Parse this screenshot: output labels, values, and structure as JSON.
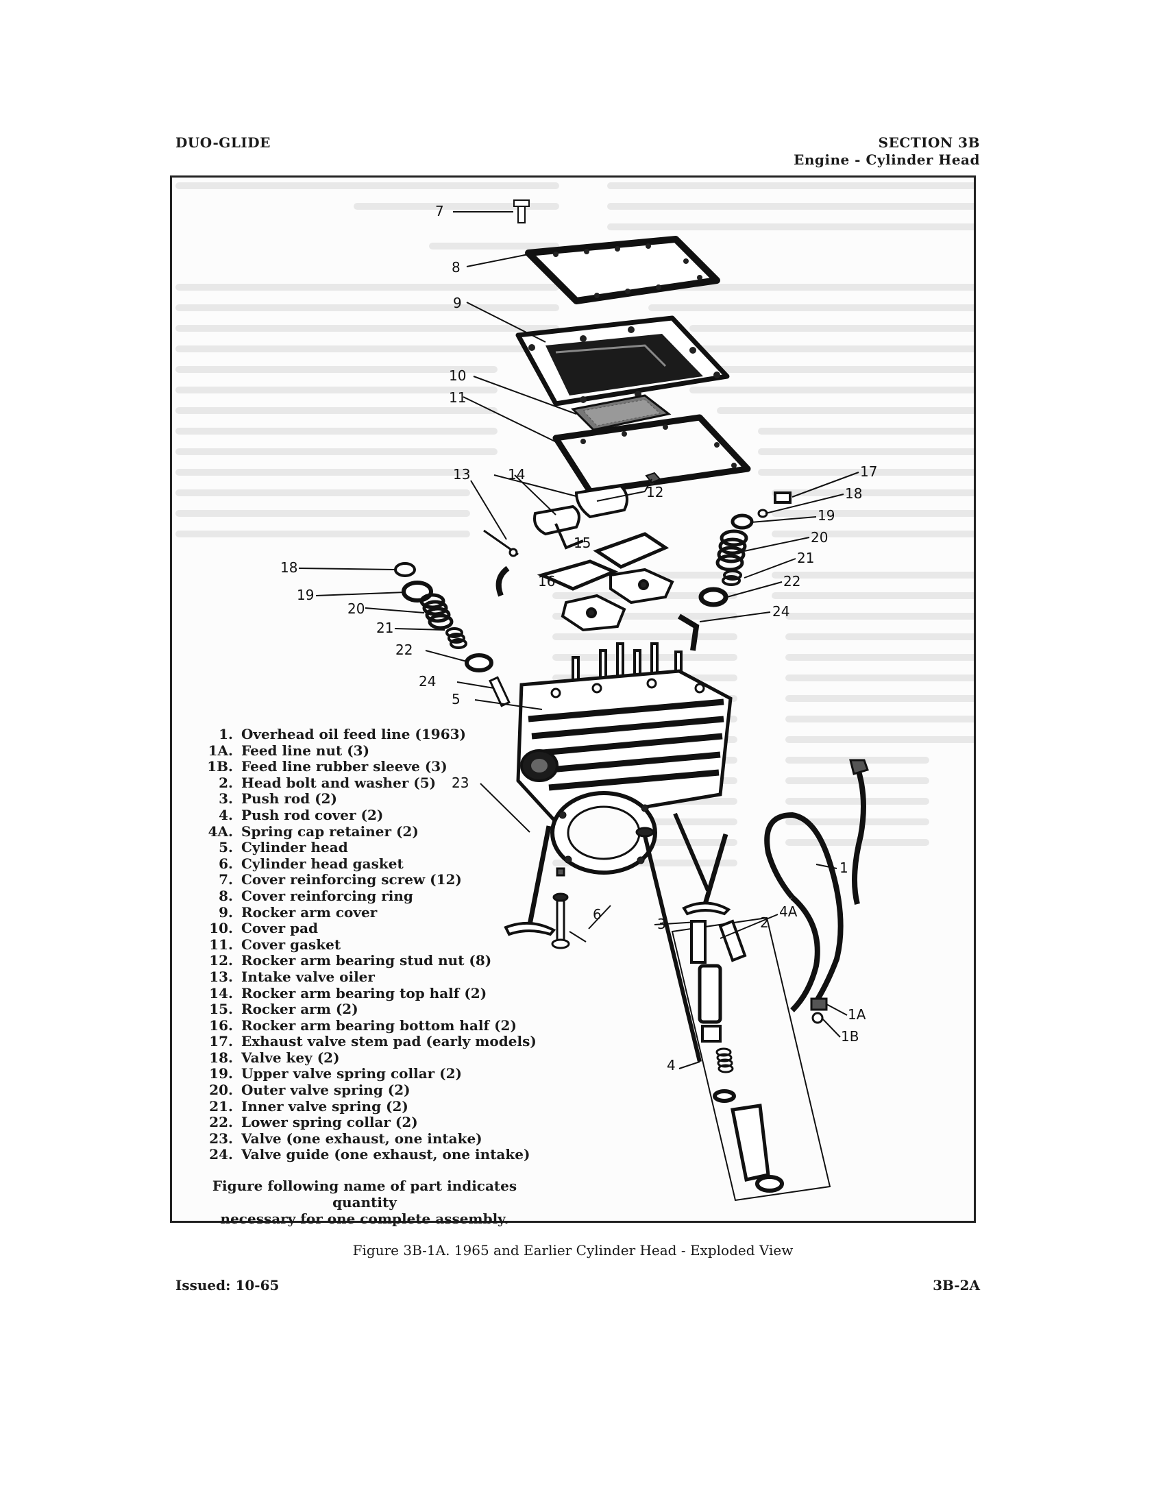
{
  "header": {
    "left": "DUO-GLIDE",
    "right_line1": "SECTION 3B",
    "right_line2": "Engine - Cylinder Head"
  },
  "legend": [
    {
      "num": "1.",
      "label": "Overhead oil feed line (1963)"
    },
    {
      "num": "1A.",
      "label": "Feed line nut (3)"
    },
    {
      "num": "1B.",
      "label": "Feed line rubber sleeve (3)"
    },
    {
      "num": "2.",
      "label": "Head bolt and washer (5)"
    },
    {
      "num": "3.",
      "label": "Push rod (2)"
    },
    {
      "num": "4.",
      "label": "Push rod cover (2)"
    },
    {
      "num": "4A.",
      "label": "Spring cap retainer (2)"
    },
    {
      "num": "5.",
      "label": "Cylinder head"
    },
    {
      "num": "6.",
      "label": "Cylinder head gasket"
    },
    {
      "num": "7.",
      "label": "Cover reinforcing screw (12)"
    },
    {
      "num": "8.",
      "label": "Cover reinforcing ring"
    },
    {
      "num": "9.",
      "label": "Rocker arm cover"
    },
    {
      "num": "10.",
      "label": "Cover pad"
    },
    {
      "num": "11.",
      "label": "Cover gasket"
    },
    {
      "num": "12.",
      "label": "Rocker arm bearing stud nut (8)"
    },
    {
      "num": "13.",
      "label": "Intake valve oiler"
    },
    {
      "num": "14.",
      "label": "Rocker arm bearing top half (2)"
    },
    {
      "num": "15.",
      "label": "Rocker arm (2)"
    },
    {
      "num": "16.",
      "label": "Rocker arm bearing bottom half (2)"
    },
    {
      "num": "17.",
      "label": "Exhaust valve stem pad (early models)"
    },
    {
      "num": "18.",
      "label": "Valve key (2)"
    },
    {
      "num": "19.",
      "label": "Upper valve spring collar (2)"
    },
    {
      "num": "20.",
      "label": "Outer valve spring (2)"
    },
    {
      "num": "21.",
      "label": "Inner valve spring (2)"
    },
    {
      "num": "22.",
      "label": "Lower spring collar (2)"
    },
    {
      "num": "23.",
      "label": "Valve (one exhaust, one intake)"
    },
    {
      "num": "24.",
      "label": "Valve guide (one exhaust, one intake)"
    }
  ],
  "note": {
    "line1": "Figure following name of part indicates quantity",
    "line2": "necessary for one complete assembly."
  },
  "callouts": {
    "c1": "1",
    "c1A": "1A",
    "c1B": "1B",
    "c2": "2",
    "c3": "3",
    "c4": "4",
    "c4A": "4A",
    "c5": "5",
    "c6": "6",
    "c7": "7",
    "c8": "8",
    "c9": "9",
    "c10": "10",
    "c11": "11",
    "c12": "12",
    "c13": "13",
    "c14": "14",
    "c15": "15",
    "c16": "16",
    "c17": "17",
    "c18a": "18",
    "c18b": "18",
    "c19a": "19",
    "c19b": "19",
    "c20a": "20",
    "c20b": "20",
    "c21a": "21",
    "c21b": "21",
    "c22a": "22",
    "c22b": "22",
    "c23": "23",
    "c24a": "24",
    "c24b": "24"
  },
  "caption": "Figure 3B-1A. 1965 and Earlier Cylinder Head - Exploded View",
  "footer": {
    "left": "Issued: 10-65",
    "right": "3B-2A"
  }
}
